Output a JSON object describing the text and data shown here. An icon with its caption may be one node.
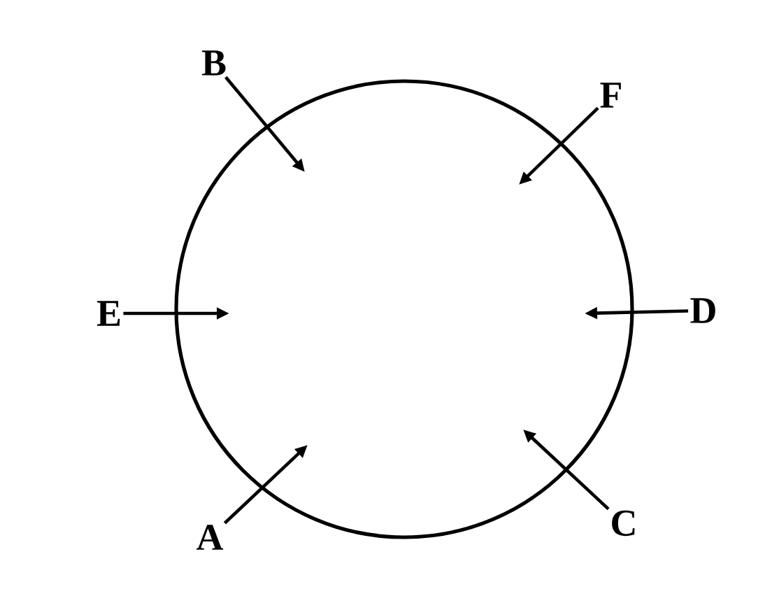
{
  "diagram": {
    "nodes": [
      {
        "text": [],
        "shape": "circle"
      },
      {
        "text": [
          "B"
        ]
      },
      {
        "text": [
          "F"
        ]
      },
      {
        "text": [
          "E"
        ]
      },
      {
        "text": [
          "D"
        ]
      },
      {
        "text": [
          "A"
        ]
      },
      {
        "text": [
          "C"
        ]
      }
    ],
    "edges": [
      {
        "from": 1,
        "to": 0,
        "arrow": "to"
      },
      {
        "from": 2,
        "to": 0,
        "arrow": "to"
      },
      {
        "from": 3,
        "to": 0,
        "arrow": "to"
      },
      {
        "from": 4,
        "to": 0,
        "arrow": "to"
      },
      {
        "from": 5,
        "to": 0,
        "arrow": "to"
      },
      {
        "from": 6,
        "to": 0,
        "arrow": "to"
      }
    ]
  }
}
